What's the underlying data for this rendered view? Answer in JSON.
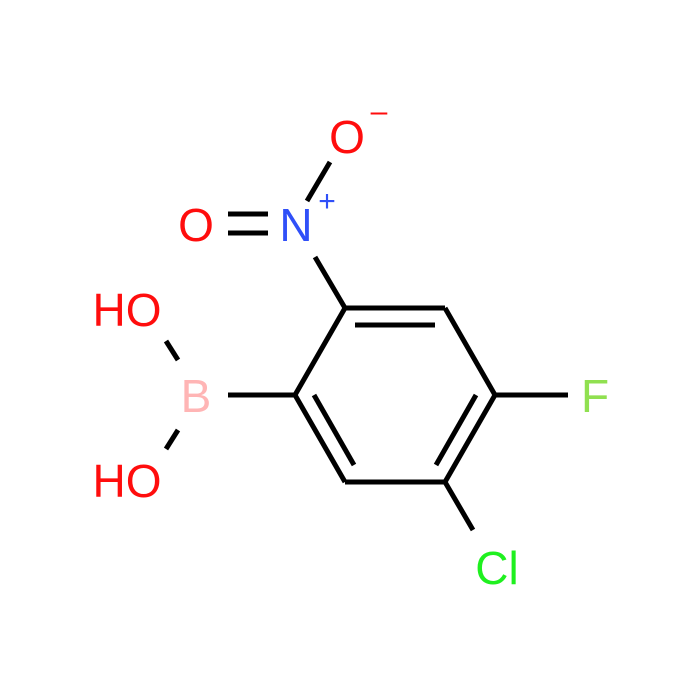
{
  "molecule": {
    "atoms": {
      "ho_top": {
        "text": "HO",
        "color": "#ff0d0d"
      },
      "ho_bottom": {
        "text": "HO",
        "color": "#ff0d0d"
      },
      "boron": {
        "text": "B",
        "color": "#ffb5b5"
      },
      "nitrogen": {
        "text": "N",
        "color": "#3050f8"
      },
      "n_charge": {
        "text": "+",
        "color": "#3050f8"
      },
      "oxo": {
        "text": "O",
        "color": "#ff0d0d"
      },
      "oxide": {
        "text": "O",
        "color": "#ff0d0d"
      },
      "o_charge": {
        "text": "–",
        "color": "#ff0d0d"
      },
      "fluorine": {
        "text": "F",
        "color": "#90e050"
      },
      "chlorine": {
        "text": "Cl",
        "color": "#1ff01f"
      }
    }
  }
}
